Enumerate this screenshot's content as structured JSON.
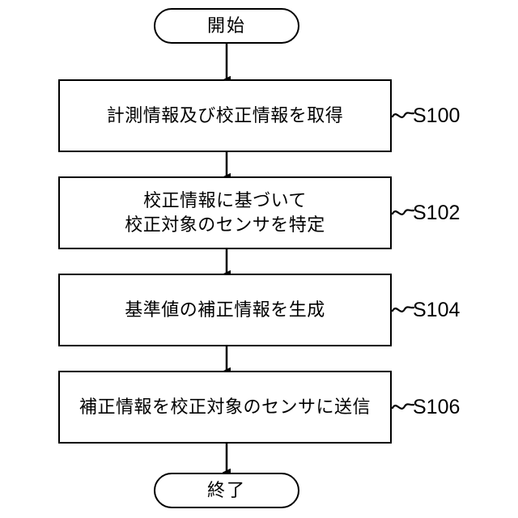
{
  "diagram": {
    "type": "flowchart",
    "orientation": "vertical",
    "background_color": "#ffffff",
    "line_color": "#000000",
    "nodes": [
      {
        "id": "start",
        "shape": "terminal",
        "text": "開始"
      },
      {
        "id": "s100",
        "shape": "process",
        "text": "計測情報及び校正情報を取得"
      },
      {
        "id": "s102",
        "shape": "process",
        "text": "校正情報に基づいて\n校正対象のセンサを特定"
      },
      {
        "id": "s104",
        "shape": "process",
        "text": "基準値の補正情報を生成"
      },
      {
        "id": "s106",
        "shape": "process",
        "text": "補正情報を校正対象のセンサに送信"
      },
      {
        "id": "end",
        "shape": "terminal",
        "text": "終了"
      }
    ],
    "step_labels": [
      {
        "for": "s100",
        "text": "S100"
      },
      {
        "for": "s102",
        "text": "S102"
      },
      {
        "for": "s104",
        "text": "S104"
      },
      {
        "for": "s106",
        "text": "S106"
      }
    ],
    "edges": [
      {
        "from": "start",
        "to": "s100"
      },
      {
        "from": "s100",
        "to": "s102"
      },
      {
        "from": "s102",
        "to": "s104"
      },
      {
        "from": "s104",
        "to": "s106"
      },
      {
        "from": "s106",
        "to": "end"
      }
    ]
  }
}
